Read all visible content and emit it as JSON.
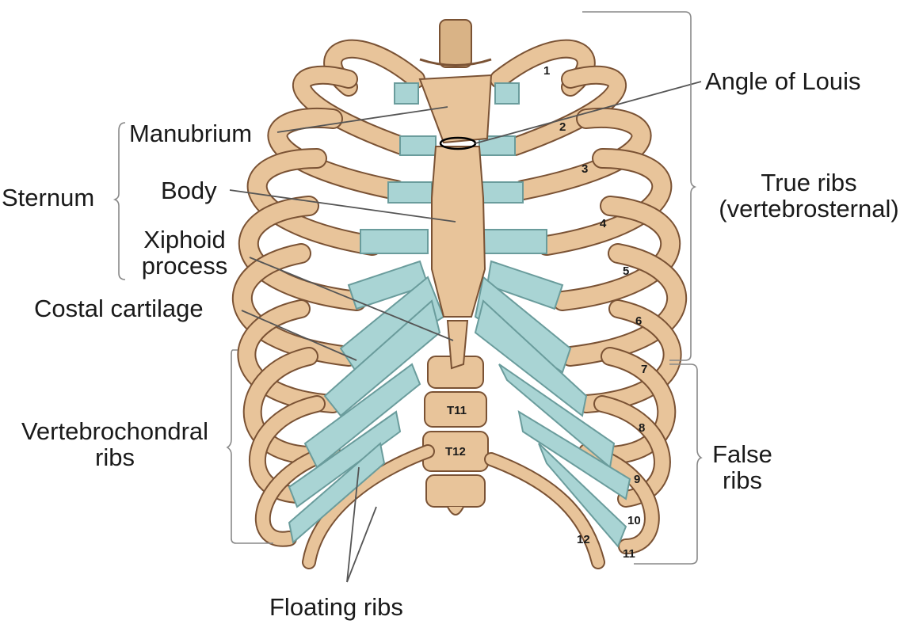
{
  "labels": {
    "angle_of_louis": "Angle of Louis",
    "manubrium": "Manubrium",
    "sternum": "Sternum",
    "body": "Body",
    "xiphoid_line1": "Xiphoid",
    "xiphoid_line2": "process",
    "costal_cartilage": "Costal cartilage",
    "true_ribs_line1": "True ribs",
    "true_ribs_line2": "(vertebrosternal)",
    "false_ribs_line1": "False",
    "false_ribs_line2": "ribs",
    "vertebrochondral_line1": "Vertebrochondral",
    "vertebrochondral_line2": "ribs",
    "floating_ribs": "Floating ribs"
  },
  "rib_numbers": [
    "1",
    "2",
    "3",
    "4",
    "5",
    "6",
    "7",
    "8",
    "9",
    "10",
    "11",
    "12"
  ],
  "vertebra_labels": [
    "T11",
    "T12"
  ],
  "colors": {
    "bone": "#e8c49a",
    "bone_shadow": "#b98a5e",
    "bone_outline": "#7a5234",
    "cartilage": "#a9d4d4",
    "cartilage_outline": "#6a9c9c",
    "leader_line": "#555555",
    "bracket": "#888888"
  }
}
